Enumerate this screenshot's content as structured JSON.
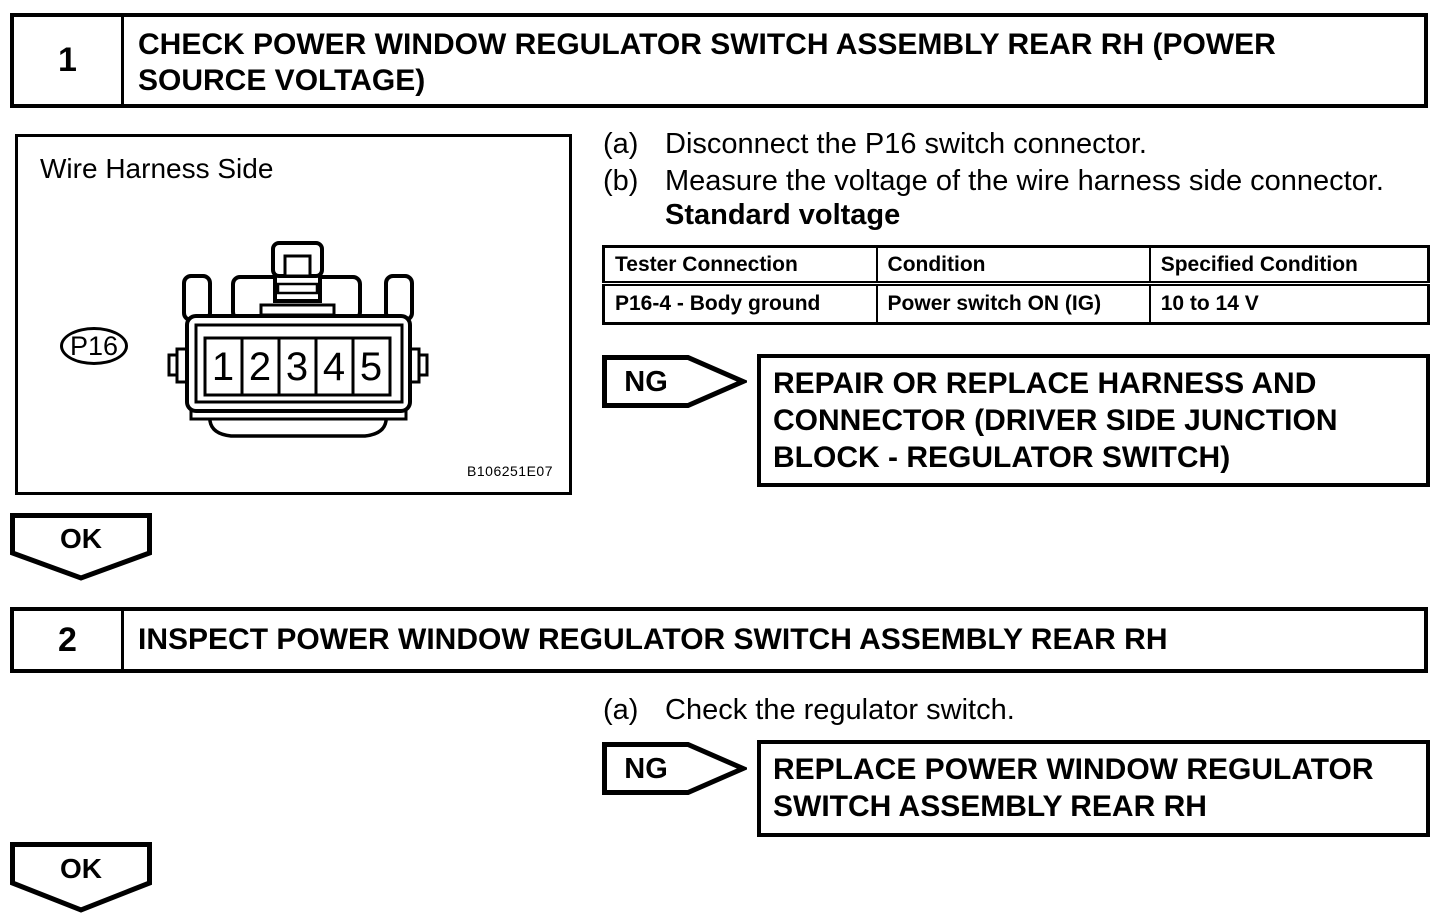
{
  "steps": [
    {
      "number": "1",
      "title": "CHECK POWER WINDOW REGULATOR SWITCH ASSEMBLY REAR RH (POWER SOURCE VOLTAGE)",
      "substeps": [
        {
          "marker": "(a)",
          "text": "Disconnect the P16 switch connector."
        },
        {
          "marker": "(b)",
          "text": "Measure the voltage of the wire harness side connector."
        }
      ],
      "spec_heading": "Standard voltage",
      "table": {
        "headers": [
          "Tester Connection",
          "Condition",
          "Specified Condition"
        ],
        "rows": [
          [
            "P16-4 - Body ground",
            "Power switch ON (IG)",
            "10 to 14 V"
          ]
        ]
      },
      "ng_label": "NG",
      "ng_action": "REPAIR OR REPLACE HARNESS AND CONNECTOR (DRIVER SIDE JUNCTION BLOCK - REGULATOR SWITCH)",
      "ok_label": "OK"
    },
    {
      "number": "2",
      "title": "INSPECT POWER WINDOW REGULATOR SWITCH ASSEMBLY REAR RH",
      "substeps": [
        {
          "marker": "(a)",
          "text": "Check the regulator switch."
        }
      ],
      "ng_label": "NG",
      "ng_action": "REPLACE POWER WINDOW REGULATOR SWITCH ASSEMBLY REAR RH",
      "ok_label": "OK"
    }
  ],
  "figure": {
    "caption": "Wire Harness Side",
    "connector_label": "P16",
    "pins": [
      "1",
      "2",
      "3",
      "4",
      "5"
    ],
    "figure_code": "B106251E07"
  },
  "colors": {
    "ink": "#000000",
    "paper": "#ffffff"
  }
}
